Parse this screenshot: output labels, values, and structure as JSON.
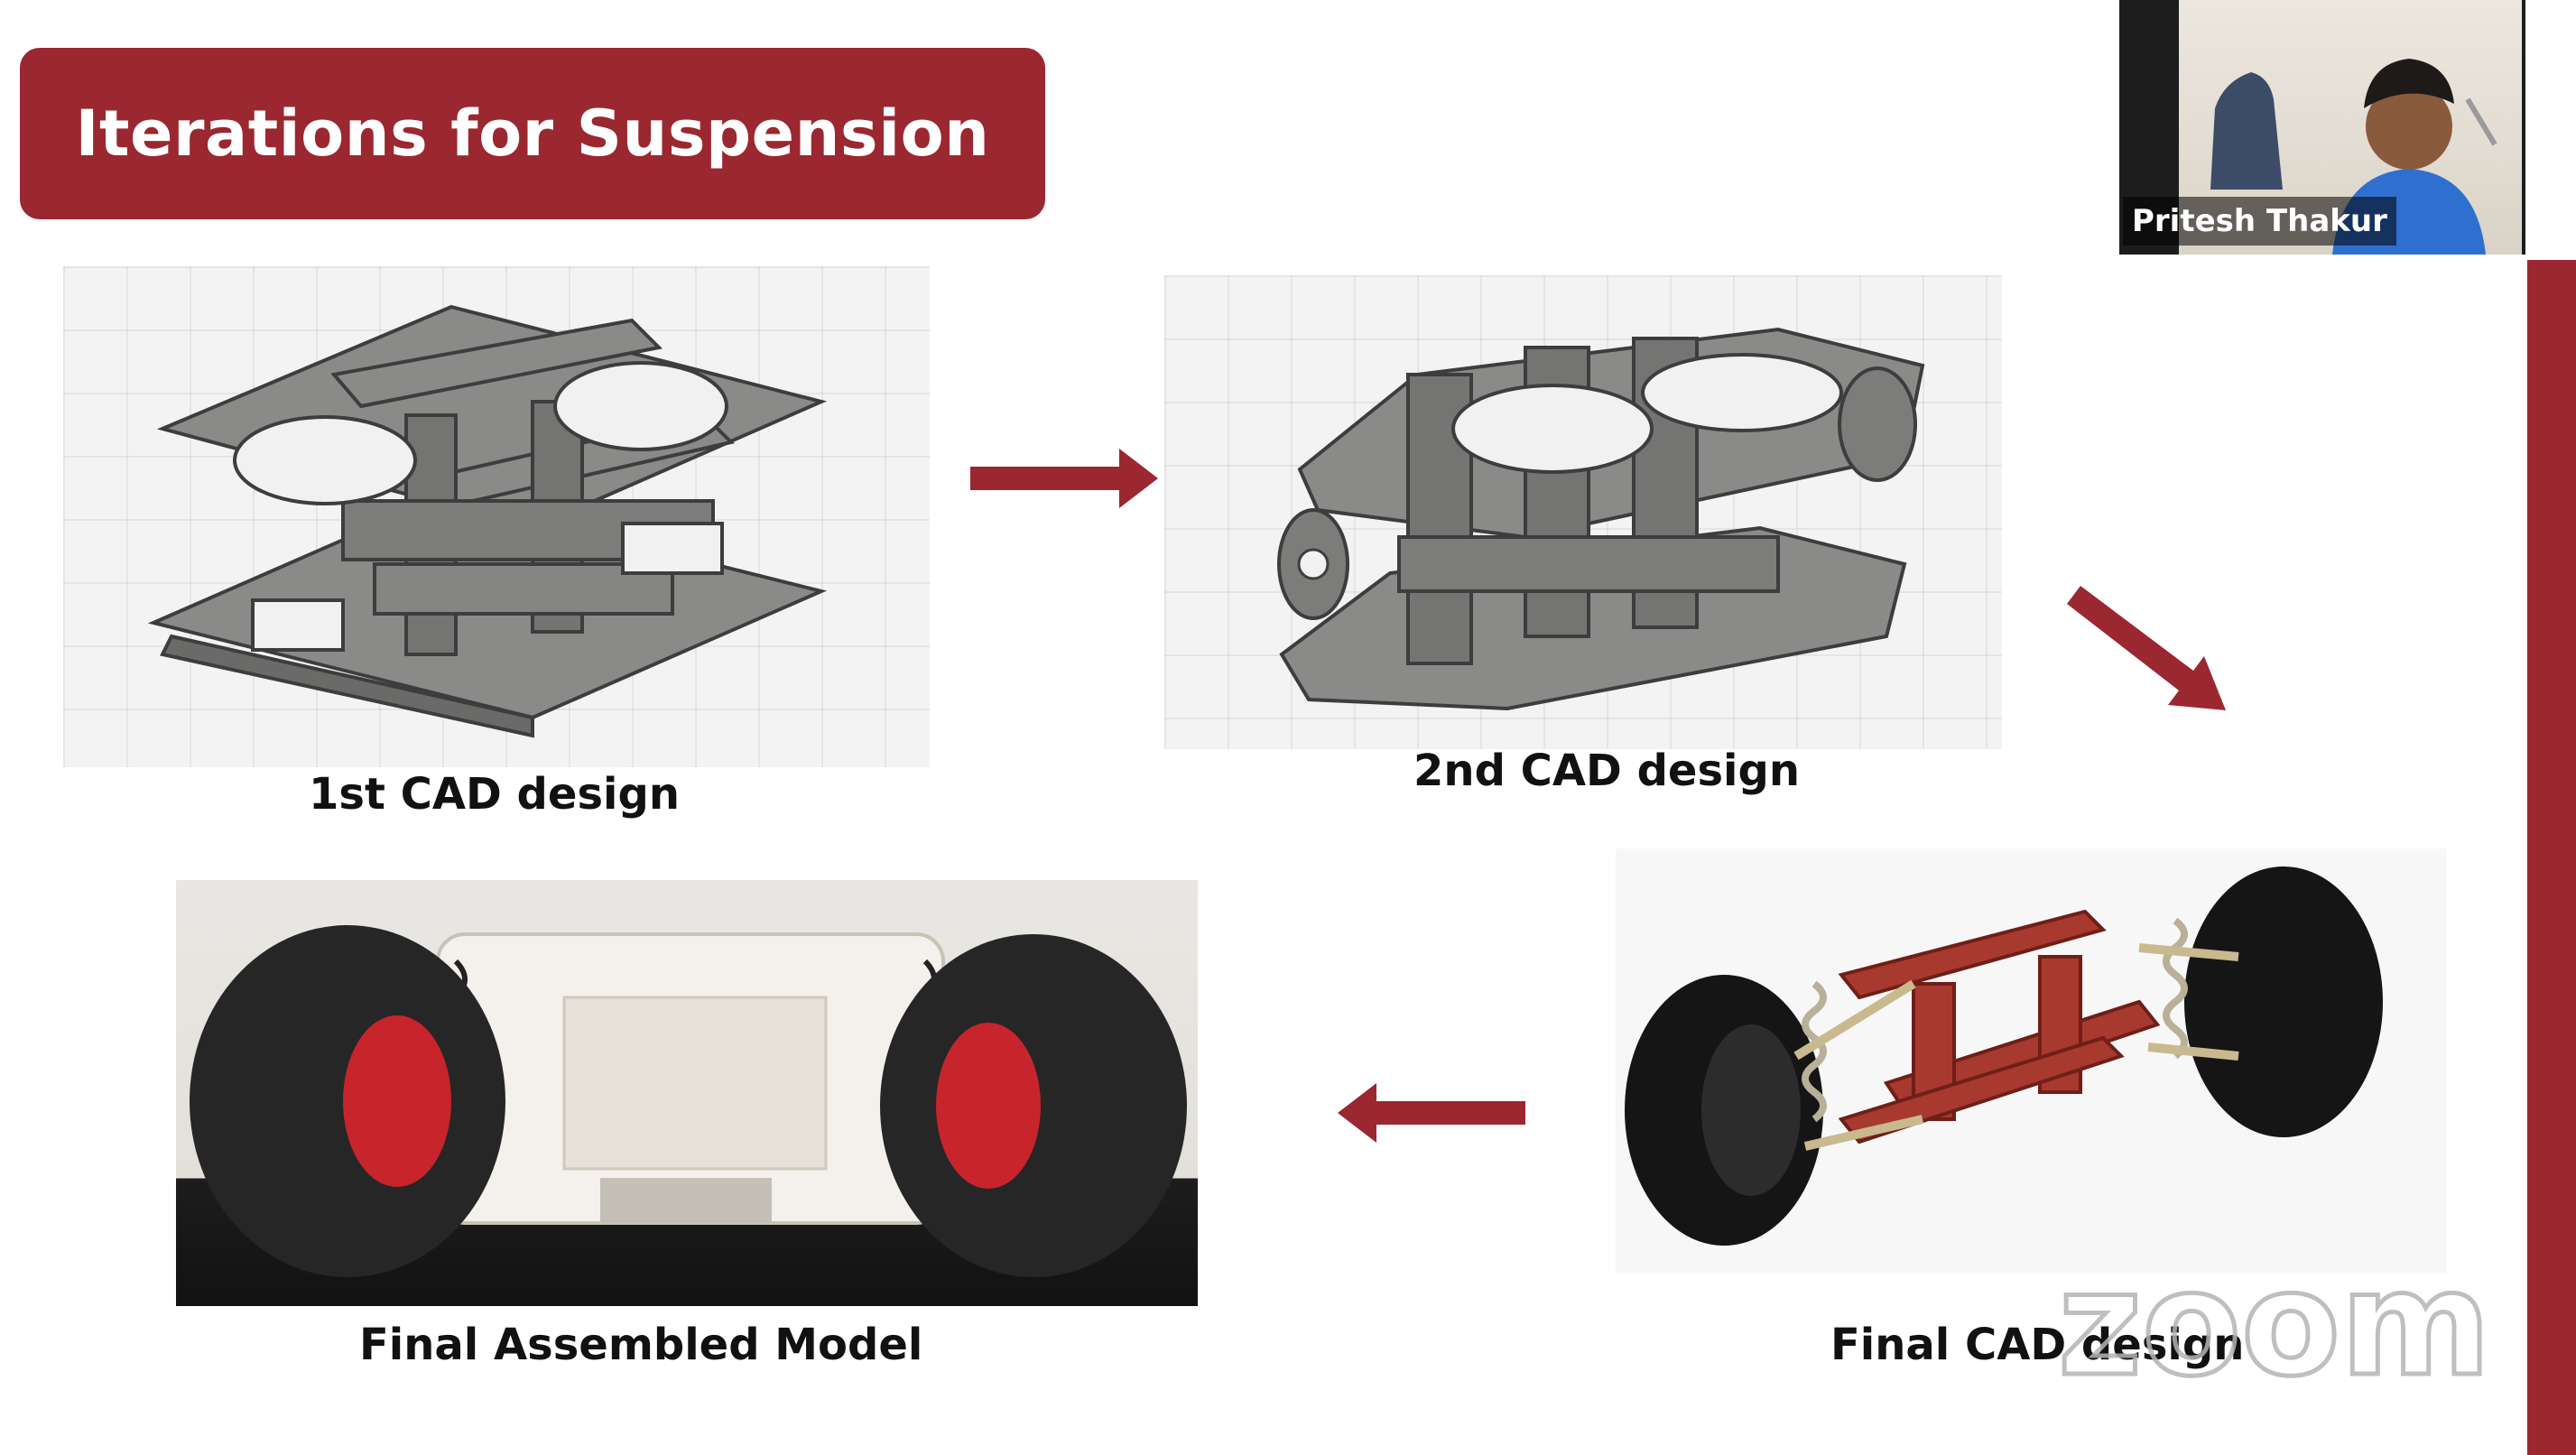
{
  "slide": {
    "title": "Iterations for Suspension",
    "captions": {
      "first_cad": "1st CAD design",
      "second_cad": "2nd CAD design",
      "final_assembled": "Final Assembled Model",
      "final_cad": "Final CAD design"
    },
    "accent_color": "#9b2730"
  },
  "participant": {
    "name": "Pritesh Thakur"
  },
  "watermark": {
    "text": "zoom"
  }
}
